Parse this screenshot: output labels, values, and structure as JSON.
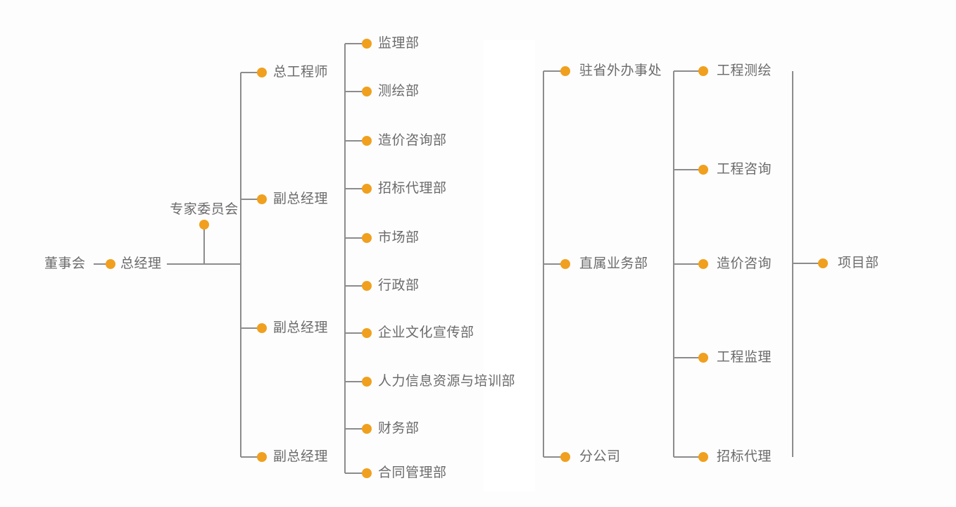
{
  "diagram": {
    "type": "organization-chart",
    "colors": {
      "accent": "#F0A01E",
      "line": "#8C8C8C",
      "text": "#6B6B6B",
      "background": "#FDFDFD"
    },
    "nodes": {
      "board": "董事会",
      "general_manager": "总经理",
      "expert_committee": "专家委员会",
      "executives": [
        "总工程师",
        "副总经理",
        "副总经理",
        "副总经理"
      ],
      "departments": [
        "监理部",
        "测绘部",
        "造价咨询部",
        "招标代理部",
        "市场部",
        "行政部",
        "企业文化宣传部",
        "人力信息资源与培训部",
        "财务部",
        "合同管理部"
      ],
      "branch_units": [
        "驻省外办事处",
        "直属业务部",
        "分公司"
      ],
      "business_lines": [
        "工程测绘",
        "工程咨询",
        "造价咨询",
        "工程监理",
        "招标代理"
      ],
      "project_department": "项目部"
    }
  }
}
